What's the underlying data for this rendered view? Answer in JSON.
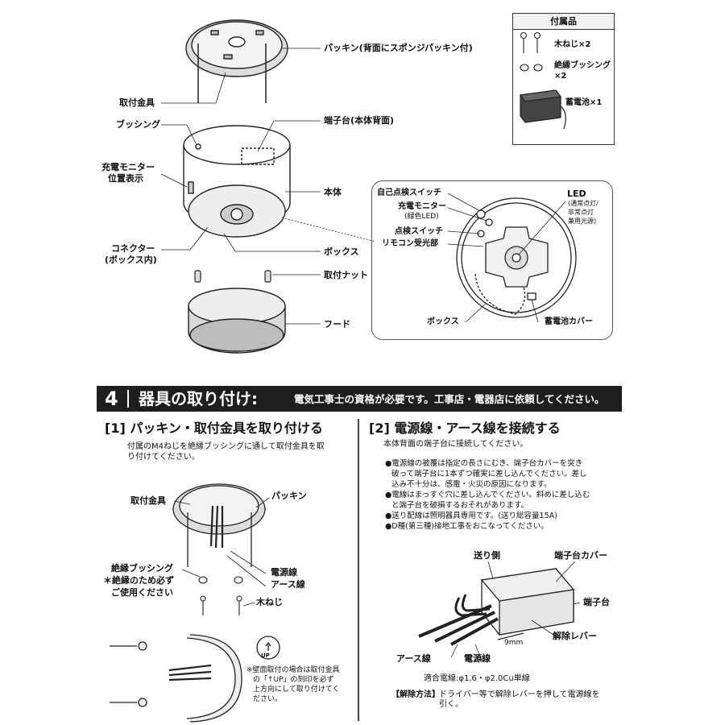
{
  "parts": {
    "packing": "パッキン(背面にスポンジパッキン付)",
    "bracket": "取付金具",
    "bushing": "ブッシング",
    "charge_monitor_1": "充電モニター",
    "charge_monitor_2": "位置表示",
    "terminal": "端子台(本体背面)",
    "body": "本体",
    "connector_1": "コネクター",
    "connector_2": "(ボックス内)",
    "box": "ボックス",
    "nut": "取付ナット",
    "hood": "フード"
  },
  "accessories": {
    "title": "付属品",
    "screw": "木ねじ×2",
    "bushing_1": "絶縁ブッシング",
    "bushing_2": "×2",
    "battery": "蓄電池×1"
  },
  "detail": {
    "self_check": "自己点検スイッチ",
    "monitor_1": "充電モニター",
    "monitor_2": "(緑色LED)",
    "check_switch": "点検スイッチ",
    "remote": "リモコン受光部",
    "led": "LED",
    "led_note_1": "(通常点灯/",
    "led_note_2": "非常点灯",
    "led_note_3": "兼用光源)",
    "box": "ボックス",
    "battery_cover": "蓄電池カバー"
  },
  "banner": {
    "num": "4",
    "title": "器具の取り付け:",
    "sub": "電気工事士の資格が必要です。工事店・電器店に依頼してください。"
  },
  "step1": {
    "heading": "[1] パッキン・取付金具を取り付ける",
    "text_1": "付属のM4ねじを絶縁ブッシングに通して取付金具を取",
    "text_2": "り付けてください。",
    "bracket": "取付金具",
    "packing": "パッキン",
    "bushing": "絶縁ブッシング",
    "warn_1": "＊絶縁のため必ず",
    "warn_2": "ご使用ください",
    "power": "電源線",
    "earth": "アース線",
    "screw": "木ねじ",
    "up": "UP",
    "wall_note_1": "※壁面取付の場合は取付金具",
    "wall_note_2": "の「↑UP」の刻印を必ず",
    "wall_note_3": "上方向にして取り付けてく",
    "wall_note_4": "ださい。"
  },
  "step2": {
    "heading": "[2] 電源線・アース線を接続する",
    "intro": "本体背面の端子台に接続してください。",
    "bullet_1a": "●電源線の被覆は指定の長さにむき、端子台カバーを突き",
    "bullet_1b": "破って端子台に1本ずつ確実に差し込んでください。差し",
    "bullet_1c": "込み不十分は、感電・火災の原因になります。",
    "bullet_2a": "●電線はまっすぐ穴に差し込んでください。斜めに差し込む",
    "bullet_2b": "と端子台を破損するおそれがあります。",
    "bullet_3": "●送り配線は照明器具専用です。(送り総容量15A)",
    "bullet_4": "●D種(第三種)接地工事をおこなってください。",
    "feed": "送り側",
    "cover": "端子台カバー",
    "terminal": "端子台",
    "release": "解除レバー",
    "mm": "9mm",
    "earth": "アース線",
    "power": "電源線",
    "wire_spec": "適合電線:φ1.6・φ2.0Cu単線",
    "release_method": "【解除方法】",
    "release_text_1": "ドライバー等で解除レバーを押して電源線を",
    "release_text_2": "引く。"
  }
}
